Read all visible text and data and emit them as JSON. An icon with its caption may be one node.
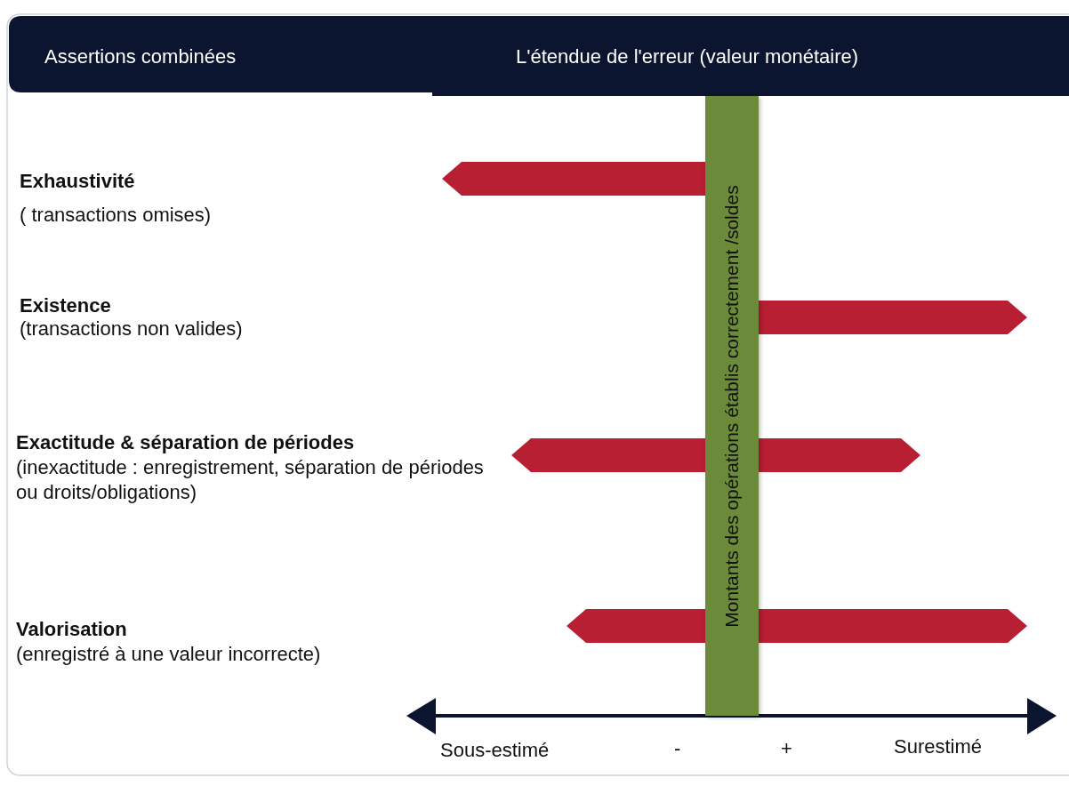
{
  "diagram": {
    "nodes": [
      {
        "text": [
          "Montants des opérations établis correctement /soldes"
        ]
      }
    ],
    "labels": [
      "Assertions combinées",
      "L'étendue de l'erreur (valeur monétaire)",
      "Exhaustivité",
      "( transactions omises)",
      "Existence",
      "(transactions non valides)",
      "Exactitude & séparation de périodes",
      "(inexactitude : enregistrement, séparation de périodes ou droits/obligations)",
      "Valorisation",
      "(enregistré à une valeur incorrecte)",
      "Sous-estimé",
      "-",
      "+",
      "Surestimé"
    ]
  }
}
